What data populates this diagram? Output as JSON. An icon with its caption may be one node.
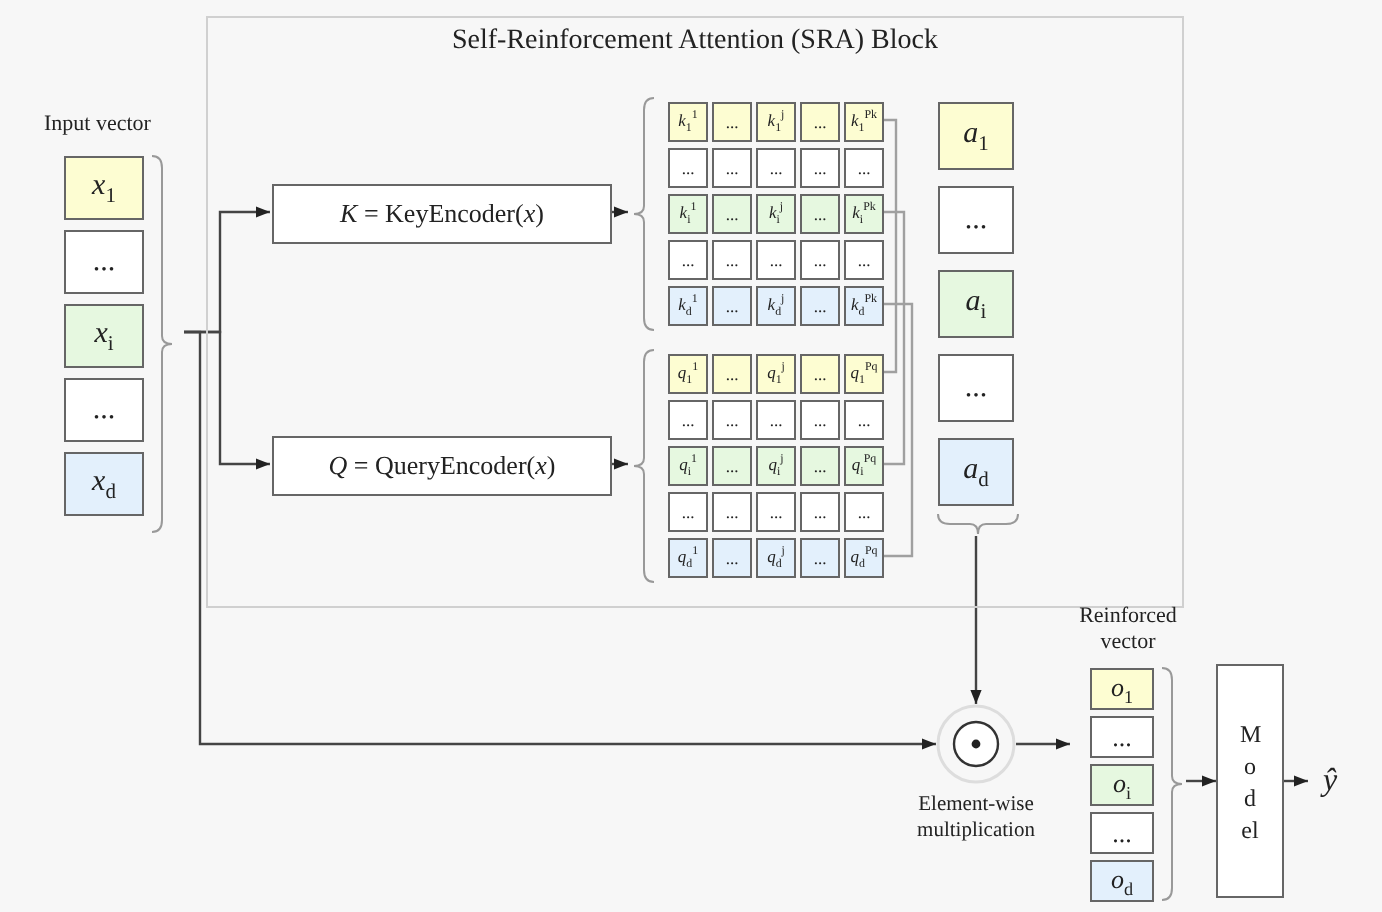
{
  "diagram": {
    "nodes": [
      {
        "text": [
          "Self-Reinforcement Attention (SRA) Block"
        ]
      },
      {
        "text": [
          "Input vector"
        ]
      },
      {
        "text": [
          "*x*$_{1}$"
        ],
        "in": 1
      },
      {
        "text": [
          "..."
        ],
        "in": 1
      },
      {
        "text": [
          "*x*$_{i}$"
        ],
        "in": 1
      },
      {
        "text": [
          "..."
        ],
        "in": 1
      },
      {
        "text": [
          "*x*$_{d}$"
        ],
        "in": 1
      },
      {
        "text": [
          "*K* = KeyEncoder(*x*)"
        ],
        "in": 0
      },
      {
        "text": [],
        "shape": "bracket",
        "in": 0
      },
      {
        "text": [
          "*k*$_{1}$$^{1}$"
        ],
        "in": 8
      },
      {
        "text": [
          "..."
        ],
        "in": 8
      },
      {
        "text": [
          "*k*$_{1}$$^{j}$"
        ],
        "in": 8
      },
      {
        "text": [
          "..."
        ],
        "in": 8
      },
      {
        "text": [
          "*k*$_{1}$$^{Pk}$"
        ],
        "in": 8
      },
      {
        "text": [
          "..."
        ],
        "in": 8
      },
      {
        "text": [
          "..."
        ],
        "in": 8
      },
      {
        "text": [
          "..."
        ],
        "in": 8
      },
      {
        "text": [
          "..."
        ],
        "in": 8
      },
      {
        "text": [
          "..."
        ],
        "in": 8
      },
      {
        "text": [
          "*k*$_{i}$$^{1}$"
        ],
        "in": 8
      },
      {
        "text": [
          "..."
        ],
        "in": 8
      },
      {
        "text": [
          "*k*$_{i}$$^{j}$"
        ],
        "in": 8
      },
      {
        "text": [
          "..."
        ],
        "in": 8
      },
      {
        "text": [
          "*k*$_{i}$$^{Pk}$"
        ],
        "in": 8
      },
      {
        "text": [
          "..."
        ],
        "in": 8
      },
      {
        "text": [
          "..."
        ],
        "in": 8
      },
      {
        "text": [
          "..."
        ],
        "in": 8
      },
      {
        "text": [
          "..."
        ],
        "in": 8
      },
      {
        "text": [
          "..."
        ],
        "in": 8
      },
      {
        "text": [
          "*k*$_{d}$$^{1}$"
        ],
        "in": 8
      },
      {
        "text": [
          "..."
        ],
        "in": 8
      },
      {
        "text": [
          "*k*$_{d}$$^{j}$"
        ],
        "in": 8
      },
      {
        "text": [
          "..."
        ],
        "in": 8
      },
      {
        "text": [
          "*k*$_{d}$$^{Pk}$"
        ],
        "in": 8
      },
      {
        "text": [
          "*Q* = QueryEncoder(*x*)"
        ],
        "in": 0
      },
      {
        "text": [],
        "shape": "bracket",
        "in": 0
      },
      {
        "text": [
          "*q*$_{1}$$^{1}$"
        ],
        "in": 35
      },
      {
        "text": [
          "..."
        ],
        "in": 35
      },
      {
        "text": [
          "*q*$_{1}$$^{j}$"
        ],
        "in": 35
      },
      {
        "text": [
          "..."
        ],
        "in": 35
      },
      {
        "text": [
          "*q*$_{1}$$^{Pq}$"
        ],
        "in": 35
      },
      {
        "text": [
          "..."
        ],
        "in": 35
      },
      {
        "text": [
          "..."
        ],
        "in": 35
      },
      {
        "text": [
          "..."
        ],
        "in": 35
      },
      {
        "text": [
          "..."
        ],
        "in": 35
      },
      {
        "text": [
          "..."
        ],
        "in": 35
      },
      {
        "text": [
          "*q*$_{i}$$^{1}$"
        ],
        "in": 35
      },
      {
        "text": [
          "..."
        ],
        "in": 35
      },
      {
        "text": [
          "*q*$_{i}$$^{j}$"
        ],
        "in": 35
      },
      {
        "text": [
          "..."
        ],
        "in": 35
      },
      {
        "text": [
          "*q*$_{i}$$^{Pq}$"
        ],
        "in": 35
      },
      {
        "text": [
          "..."
        ],
        "in": 35
      },
      {
        "text": [
          "..."
        ],
        "in": 35
      },
      {
        "text": [
          "..."
        ],
        "in": 35
      },
      {
        "text": [
          "..."
        ],
        "in": 35
      },
      {
        "text": [
          "..."
        ],
        "in": 35
      },
      {
        "text": [
          "*q*$_{d}$$^{1}$"
        ],
        "in": 35
      },
      {
        "text": [
          "..."
        ],
        "in": 35
      },
      {
        "text": [
          "*q*$_{d}$$^{j}$"
        ],
        "in": 35
      },
      {
        "text": [
          "..."
        ],
        "in": 35
      },
      {
        "text": [
          "*q*$_{d}$$^{Pq}$"
        ],
        "in": 35
      },
      {
        "text": [],
        "shape": "bracket",
        "in": 0
      },
      {
        "text": [
          "*a*$_{1}$"
        ],
        "in": 61
      },
      {
        "text": [
          "..."
        ],
        "in": 61
      },
      {
        "text": [
          "*a*$_{i}$"
        ],
        "in": 61
      },
      {
        "text": [
          "..."
        ],
        "in": 61
      },
      {
        "text": [
          "*a*$_{d}$"
        ],
        "in": 61
      },
      {
        "text": [],
        "shape": "circle",
        "beside": [
          "Element-wise multiplication"
        ]
      },
      {
        "text": [
          "Reinforced vector"
        ]
      },
      {
        "text": [
          "*o*$_{1}$"
        ],
        "in": 68
      },
      {
        "text": [
          "..."
        ],
        "in": 68
      },
      {
        "text": [
          "*o*$_{i}$"
        ],
        "in": 68
      },
      {
        "text": [
          "..."
        ],
        "in": 68
      },
      {
        "text": [
          "*o*$_{d}$"
        ],
        "in": 68
      },
      {
        "text": [
          "Model"
        ]
      },
      {
        "text": [
          "ŷ"
        ]
      }
    ],
    "edges": [
      {
        "from": 1,
        "to": 7,
        "arrow": "to"
      },
      {
        "from": 1,
        "to": 34,
        "arrow": "to"
      },
      {
        "from": 1,
        "to": 67,
        "arrow": "to"
      },
      {
        "from": 7,
        "to": 8,
        "arrow": "to"
      },
      {
        "from": 34,
        "to": 35,
        "arrow": "to"
      },
      {
        "from": 13,
        "to": 40,
        "arrow": "none",
        "color": "#a0a0a0"
      },
      {
        "from": 23,
        "to": 50,
        "arrow": "none",
        "color": "#a0a0a0"
      },
      {
        "from": 33,
        "to": 60,
        "arrow": "none",
        "color": "#a0a0a0"
      },
      {
        "from": 61,
        "to": 67,
        "arrow": "to"
      },
      {
        "from": 67,
        "to": 68,
        "arrow": "to"
      },
      {
        "from": 68,
        "to": 74,
        "arrow": "to"
      },
      {
        "from": 74,
        "to": 75,
        "arrow": "to"
      }
    ]
  }
}
